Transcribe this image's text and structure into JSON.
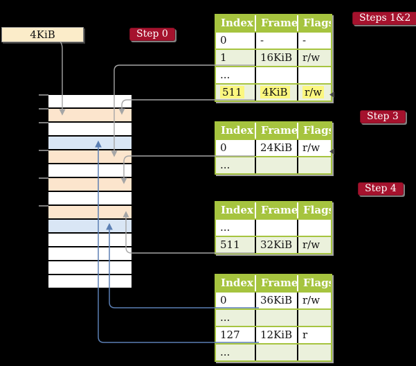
{
  "free_block": {
    "label": "4KiB"
  },
  "badges": {
    "step0": "Step 0",
    "steps12": "Steps 1&2",
    "step3": "Step 3",
    "step4": "Step 4"
  },
  "table_headers": [
    "Index",
    "Frame",
    "Flags"
  ],
  "tables": [
    {
      "id": "pt1",
      "name": "page-table-steps-1-2",
      "rows": [
        {
          "cells": [
            "0",
            "-",
            "-"
          ],
          "shade": "white",
          "highlight": false
        },
        {
          "cells": [
            "1",
            "16KiB",
            "r/w"
          ],
          "shade": "green",
          "highlight": false
        },
        {
          "cells": [
            "...",
            "",
            ""
          ],
          "shade": "white",
          "highlight": false
        },
        {
          "cells": [
            "511",
            "4KiB",
            "r/w"
          ],
          "shade": "green",
          "highlight": true
        }
      ]
    },
    {
      "id": "pt2",
      "name": "page-table-step-3",
      "rows": [
        {
          "cells": [
            "0",
            "24KiB",
            "r/w"
          ],
          "shade": "white",
          "highlight": false
        },
        {
          "cells": [
            "...",
            "",
            ""
          ],
          "shade": "green",
          "highlight": false
        }
      ]
    },
    {
      "id": "pt3",
      "name": "page-table-step-4",
      "rows": [
        {
          "cells": [
            "...",
            "",
            ""
          ],
          "shade": "white",
          "highlight": false
        },
        {
          "cells": [
            "511",
            "32KiB",
            "r/w"
          ],
          "shade": "green",
          "highlight": false
        }
      ]
    },
    {
      "id": "pt4",
      "name": "page-table-final",
      "rows": [
        {
          "cells": [
            "0",
            "36KiB",
            "r/w"
          ],
          "shade": "white",
          "highlight": false
        },
        {
          "cells": [
            "...",
            "",
            ""
          ],
          "shade": "green",
          "highlight": false
        },
        {
          "cells": [
            "127",
            "12KiB",
            "r"
          ],
          "shade": "white",
          "highlight": false
        },
        {
          "cells": [
            "...",
            "",
            ""
          ],
          "shade": "green",
          "highlight": false
        }
      ]
    }
  ],
  "memory_column": {
    "rows": [
      "white",
      "peach",
      "white",
      "blue",
      "peach",
      "white",
      "peach",
      "white",
      "peach",
      "blue",
      "white",
      "white",
      "white",
      "white"
    ]
  },
  "connections": [
    {
      "from": "4KiB block label",
      "to": "memory frame 4KiB (row 2)",
      "color": "gray"
    },
    {
      "from": "steps 1&2 table entry 1 -> 16KiB",
      "to": "memory frame 16KiB (row 5)",
      "color": "gray"
    },
    {
      "from": "steps 1&2 table entry 511 -> 4KiB",
      "to": "memory frame 4KiB (row 2)",
      "color": "gray"
    },
    {
      "from": "step 3 table entry 0 -> 24KiB",
      "to": "memory frame 24KiB (row 7)",
      "color": "gray"
    },
    {
      "from": "step 4 table entry 511 -> 32KiB",
      "to": "memory frame 32KiB (row 9)",
      "color": "gray"
    },
    {
      "from": "final table entry 0 -> 36KiB",
      "to": "memory frame 36KiB (row 10)",
      "color": "blue"
    },
    {
      "from": "final table entry 127 -> 12KiB",
      "to": "memory frame 12KiB (row 4)",
      "color": "blue"
    }
  ],
  "colors": {
    "background": "#000000",
    "header_green": "#A6C43F",
    "row_light_green": "#EBF1DC",
    "badge_red": "#A5122D",
    "cream_box": "#FBECC9",
    "highlight_yellow": "#FBF77F",
    "gray_line": "#A6A6A6",
    "blue_line": "#5B7FB4",
    "memory_row_colors": {
      "white": "#FFFFFF",
      "peach": "#FCE5CD",
      "blue": "#D9E6F5"
    }
  }
}
